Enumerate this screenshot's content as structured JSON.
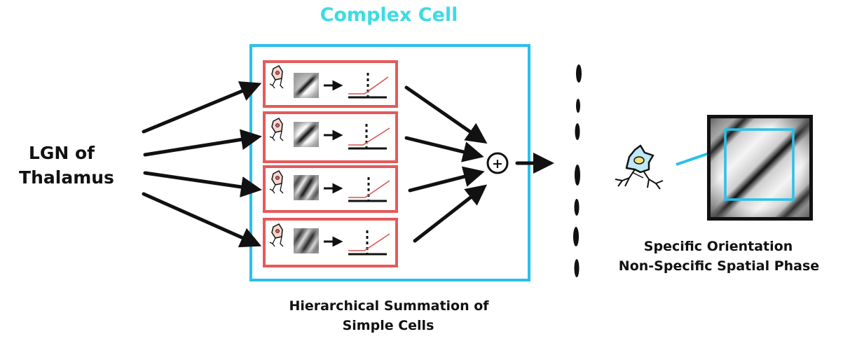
{
  "title": "Complex Cell",
  "input_label": {
    "line1": "LGN of",
    "line2": "Thalamus"
  },
  "caption": {
    "line1": "Hierarchical Summation of",
    "line2": "Simple Cells"
  },
  "result_label": {
    "line1": "Specific Orientation",
    "line2": "Non-Specific Spatial Phase"
  },
  "summation_symbol": "+",
  "colors": {
    "complex_cell": "#3ddbe4",
    "complex_box": "#29c0ea",
    "simple_cell_box": "#e55a5a",
    "response_curve": "#d9534f",
    "ink": "#111111",
    "neuron_fill": "#bfe8f5",
    "neuron_nucleus": "#f3e27a",
    "simple_neuron_fill": "#f6d7cf"
  },
  "simple_cells": [
    {
      "name": "simple-cell-1",
      "filter": "gabor-oblique-single"
    },
    {
      "name": "simple-cell-2",
      "filter": "gabor-oblique-phase-shift"
    },
    {
      "name": "simple-cell-3",
      "filter": "gabor-oblique-multi-stripe"
    },
    {
      "name": "simple-cell-4",
      "filter": "gabor-oblique-multi-stripe-shifted"
    }
  ],
  "icons": [
    "neuron-icon",
    "gabor-filter-icon",
    "arrow-icon",
    "response-curve-icon",
    "summation-icon",
    "spike-train-icon",
    "receptive-field-icon"
  ]
}
